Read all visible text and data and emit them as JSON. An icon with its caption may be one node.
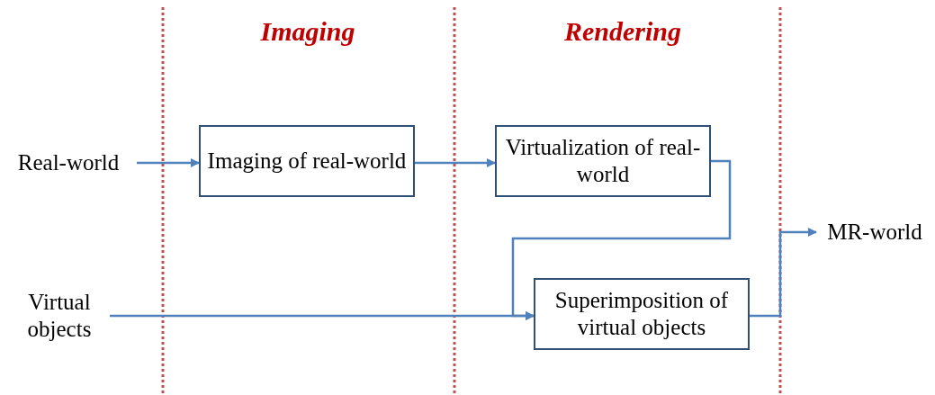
{
  "diagram": {
    "nodes": [
      {
        "text": [
          "Real-world"
        ]
      },
      {
        "text": [
          "Imaging of real-world"
        ]
      },
      {
        "text": [
          "Virtualization of real-world"
        ]
      },
      {
        "text": [
          "Virtual objects"
        ]
      },
      {
        "text": [
          "Superimposition of virtual objects"
        ]
      },
      {
        "text": [
          "MR-world"
        ]
      }
    ],
    "edges": [
      {
        "from": 0,
        "to": 1,
        "arrow": "to"
      },
      {
        "from": 1,
        "to": 2,
        "arrow": "to"
      },
      {
        "from": 2,
        "to": 4,
        "arrow": "to"
      },
      {
        "from": 3,
        "to": 4,
        "arrow": "to"
      },
      {
        "from": 4,
        "to": 5,
        "arrow": "to"
      }
    ],
    "labels": [
      "Imaging",
      "Rendering"
    ]
  }
}
